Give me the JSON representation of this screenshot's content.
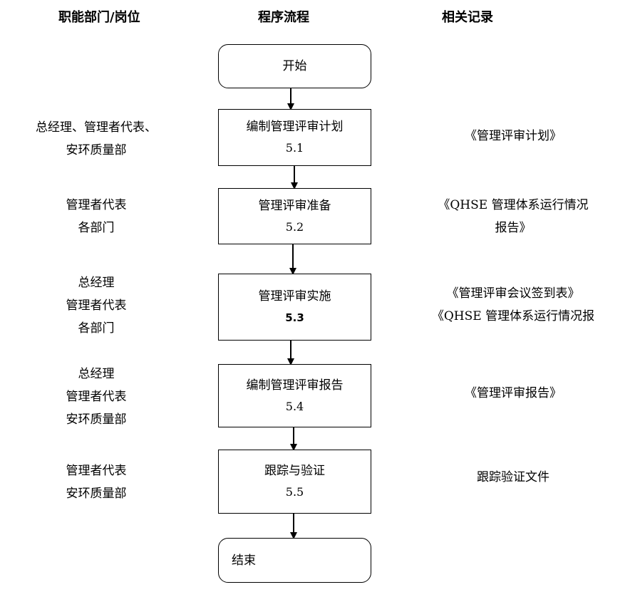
{
  "headers": {
    "dept": "职能部门/岗位",
    "process": "程序流程",
    "records": "相关记录"
  },
  "steps": [
    {
      "id": "start",
      "label": "开始",
      "num": ""
    },
    {
      "id": "plan",
      "label": "编制管理评审计划",
      "num": "5.1"
    },
    {
      "id": "prepare",
      "label": "管理评审准备",
      "num": "5.2"
    },
    {
      "id": "implement",
      "label": "管理评审实施",
      "num": "5.3"
    },
    {
      "id": "report",
      "label": "编制管理评审报告",
      "num": "5.4"
    },
    {
      "id": "track",
      "label": "跟踪与验证",
      "num": "5.5"
    },
    {
      "id": "end",
      "label": "结束",
      "num": ""
    }
  ],
  "departments": [
    [
      "总经理、管理者代表、",
      "安环质量部"
    ],
    [
      "管理者代表",
      "各部门"
    ],
    [
      "总经理",
      "管理者代表",
      "各部门"
    ],
    [
      "总经理",
      "管理者代表",
      "安环质量部"
    ],
    [
      "管理者代表",
      "安环质量部"
    ]
  ],
  "records": [
    [
      "《管理评审计划》"
    ],
    [
      "《QHSE 管理体系运行情况",
      "报告》"
    ],
    [
      "《管理评审会议签到表》",
      "《QHSE 管理体系运行情况报"
    ],
    [
      "《管理评审报告》"
    ],
    [
      "跟踪验证文件"
    ]
  ]
}
